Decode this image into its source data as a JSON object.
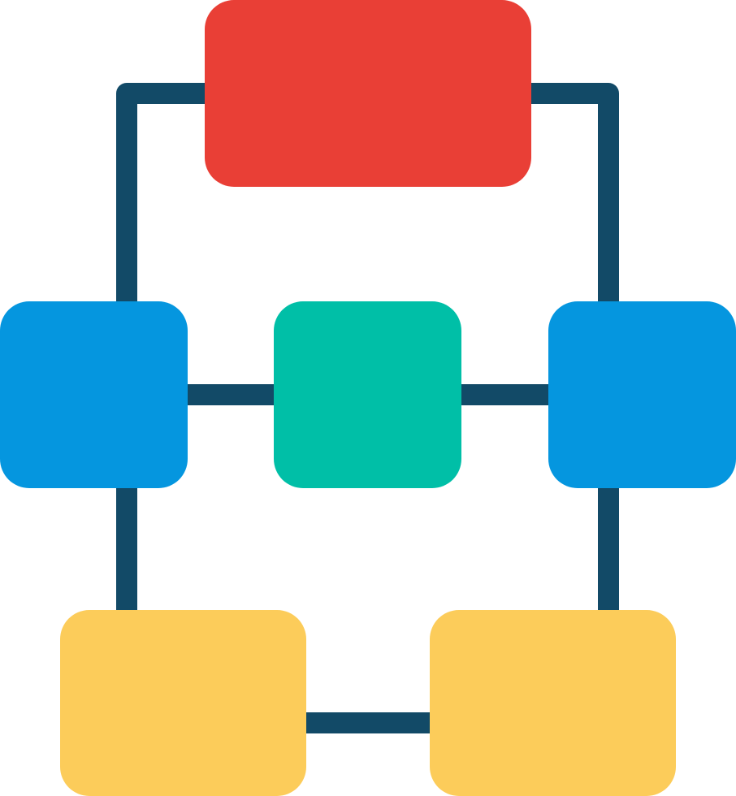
{
  "diagram": {
    "colors": {
      "background": "#ffffff",
      "connector": "#124a67",
      "top_node": "#e93f36",
      "side_nodes": "#0596df",
      "center_node": "#00bfa7",
      "bottom_nodes": "#fccc5a"
    },
    "nodes": [
      {
        "id": "top",
        "color_key": "top_node"
      },
      {
        "id": "left",
        "color_key": "side_nodes"
      },
      {
        "id": "center",
        "color_key": "center_node"
      },
      {
        "id": "right",
        "color_key": "side_nodes"
      },
      {
        "id": "bottom-left",
        "color_key": "bottom_nodes"
      },
      {
        "id": "bottom-right",
        "color_key": "bottom_nodes"
      }
    ],
    "connections": [
      {
        "from": "top",
        "to": "left"
      },
      {
        "from": "top",
        "to": "right"
      },
      {
        "from": "left",
        "to": "center"
      },
      {
        "from": "center",
        "to": "right"
      },
      {
        "from": "left",
        "to": "bottom-left"
      },
      {
        "from": "right",
        "to": "bottom-right"
      },
      {
        "from": "bottom-left",
        "to": "bottom-right"
      }
    ]
  }
}
